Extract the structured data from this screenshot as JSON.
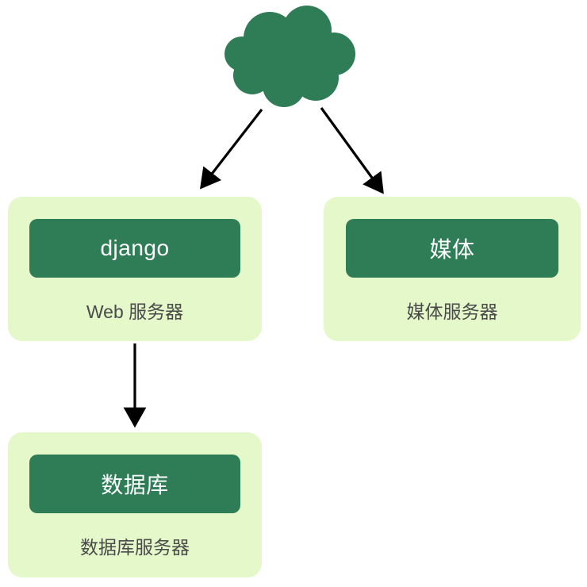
{
  "diagram": {
    "type": "deployment-architecture",
    "cloud": {
      "icon": "cloud-icon",
      "meaning": "internet"
    },
    "nodes": [
      {
        "id": "web",
        "title": "django",
        "subtitle": "Web 服务器"
      },
      {
        "id": "media",
        "title": "媒体",
        "subtitle": "媒体服务器"
      },
      {
        "id": "db",
        "title": "数据库",
        "subtitle": "数据库服务器"
      }
    ],
    "edges": [
      {
        "from": "cloud",
        "to": "web"
      },
      {
        "from": "cloud",
        "to": "media"
      },
      {
        "from": "web",
        "to": "db"
      }
    ]
  },
  "colors": {
    "dark_green": "#2e7d57",
    "light_green": "#e4f8ca",
    "label_text": "#4a4a4a",
    "arrow_color": "#000000"
  }
}
